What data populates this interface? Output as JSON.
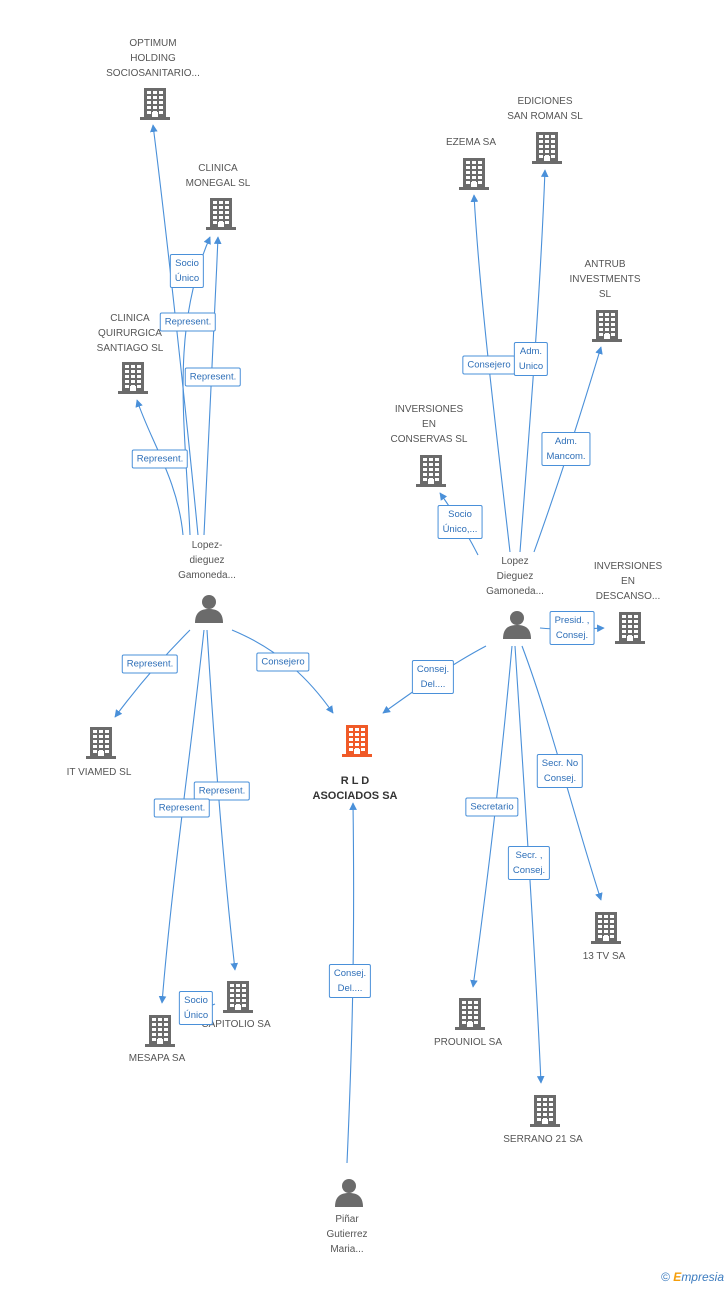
{
  "colors": {
    "edge": "#4a90d9",
    "building": "#6b6b6b",
    "main_building": "#f05a28",
    "person": "#6b6b6b"
  },
  "nodes": [
    {
      "id": "optimum",
      "label": "OPTIMUM\nHOLDING\nSOCIOSANITARIO...",
      "icon": "building-icon",
      "main": false
    },
    {
      "id": "monegal",
      "label": "CLINICA\nMONEGAL SL",
      "icon": "building-icon",
      "main": false
    },
    {
      "id": "quirurgica",
      "label": "CLINICA\nQUIRURGICA\nSANTIAGO SL",
      "icon": "building-icon",
      "main": false
    },
    {
      "id": "lopez1",
      "label": "Lopez-\ndieguez\nGamoneda...",
      "icon": "person-icon",
      "main": false
    },
    {
      "id": "itviamed",
      "label": "IT VIAMED SL",
      "icon": "building-icon",
      "main": false
    },
    {
      "id": "rld",
      "label": "R L D\nASOCIADOS SA",
      "icon": "building-icon",
      "main": true
    },
    {
      "id": "mesapa",
      "label": "MESAPA SA",
      "icon": "building-icon",
      "main": false
    },
    {
      "id": "capitolio",
      "label": "CAPITOLIO SA",
      "icon": "building-icon",
      "main": false
    },
    {
      "id": "pinar",
      "label": "Piñar\nGutierrez\nMaria...",
      "icon": "person-icon",
      "main": false
    },
    {
      "id": "ediciones",
      "label": "EDICIONES\nSAN ROMAN SL",
      "icon": "building-icon",
      "main": false
    },
    {
      "id": "ezema",
      "label": "EZEMA SA",
      "icon": "building-icon",
      "main": false
    },
    {
      "id": "antrub",
      "label": "ANTRUB\nINVESTMENTS\nSL",
      "icon": "building-icon",
      "main": false
    },
    {
      "id": "conservas",
      "label": "INVERSIONES\nEN\nCONSERVAS  SL",
      "icon": "building-icon",
      "main": false
    },
    {
      "id": "lopez2",
      "label": "Lopez\nDieguez\nGamoneda...",
      "icon": "person-icon",
      "main": false
    },
    {
      "id": "descanso",
      "label": "INVERSIONES\nEN\nDESCANSO...",
      "icon": "building-icon",
      "main": false
    },
    {
      "id": "tv13",
      "label": "13 TV SA",
      "icon": "building-icon",
      "main": false
    },
    {
      "id": "prouniol",
      "label": "PROUNIOL SA",
      "icon": "building-icon",
      "main": false
    },
    {
      "id": "serrano",
      "label": "SERRANO 21 SA",
      "icon": "building-icon",
      "main": false
    }
  ],
  "relations": [
    {
      "id": "r1",
      "from": "lopez1",
      "to": "optimum",
      "label": "Represent."
    },
    {
      "id": "r2",
      "from": "lopez1",
      "to": "monegal",
      "label": "Socio\nÚnico"
    },
    {
      "id": "r3",
      "from": "lopez1",
      "to": "monegal",
      "label": "Represent."
    },
    {
      "id": "r4",
      "from": "lopez1",
      "to": "quirurgica",
      "label": "Represent."
    },
    {
      "id": "r5",
      "from": "lopez1",
      "to": "itviamed",
      "label": "Represent."
    },
    {
      "id": "r6",
      "from": "lopez1",
      "to": "rld",
      "label": "Consejero"
    },
    {
      "id": "r7",
      "from": "lopez1",
      "to": "capitolio",
      "label": "Represent."
    },
    {
      "id": "r8",
      "from": "lopez1",
      "to": "mesapa",
      "label": "Represent."
    },
    {
      "id": "r9",
      "from": "capitolio",
      "to": "mesapa",
      "label": "Socio\nÚnico"
    },
    {
      "id": "r10",
      "from": "pinar",
      "to": "rld",
      "label": "Consej.\nDel...."
    },
    {
      "id": "r11",
      "from": "lopez2",
      "to": "ezema",
      "label": "Consejero"
    },
    {
      "id": "r12",
      "from": "lopez2",
      "to": "ediciones",
      "label": "Adm.\nUnico"
    },
    {
      "id": "r13",
      "from": "lopez2",
      "to": "antrub",
      "label": "Adm.\nMancom."
    },
    {
      "id": "r14",
      "from": "lopez2",
      "to": "conservas",
      "label": "Socio\nÚnico,..."
    },
    {
      "id": "r15",
      "from": "lopez2",
      "to": "descanso",
      "label": "Presid. ,\nConsej."
    },
    {
      "id": "r16",
      "from": "lopez2",
      "to": "rld",
      "label": "Consej.\nDel...."
    },
    {
      "id": "r17",
      "from": "lopez2",
      "to": "tv13",
      "label": "Secr.  No\nConsej."
    },
    {
      "id": "r18",
      "from": "lopez2",
      "to": "prouniol",
      "label": "Secretario"
    },
    {
      "id": "r19",
      "from": "lopez2",
      "to": "serrano",
      "label": "Secr. ,\nConsej."
    }
  ],
  "footer": {
    "copyright": "©",
    "brand_first": "E",
    "brand_rest": "mpresia"
  }
}
